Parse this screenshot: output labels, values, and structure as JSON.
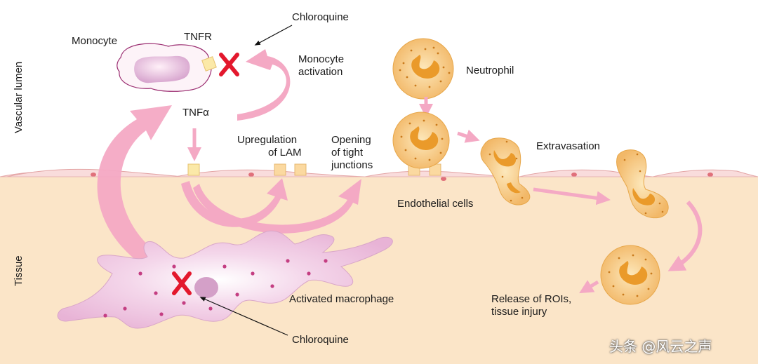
{
  "labels": {
    "vascular_lumen": "Vascular lumen",
    "tissue": "Tissue",
    "monocyte": "Monocyte",
    "tnfr": "TNFR",
    "chloroquine_top": "Chloroquine",
    "monocyte_activation_1": "Monocyte",
    "monocyte_activation_2": "activation",
    "tnf_alpha": "TNFα",
    "upregulation_1": "Upregulation",
    "upregulation_2": "of LAM",
    "opening_1": "Opening",
    "opening_2": "of tight",
    "opening_3": "junctions",
    "neutrophil": "Neutrophil",
    "extravasation": "Extravasation",
    "endothelial_cells": "Endothelial cells",
    "activated_macrophage": "Activated macrophage",
    "chloroquine_bottom": "Chloroquine",
    "release_1": "Release of ROIs,",
    "release_2": "tissue injury",
    "block_mark_top": "X",
    "block_mark_bottom": "X"
  },
  "watermark": "头条 @风云之声",
  "colors": {
    "tissue_bg": "#fbe5c8",
    "arrow_pink": "#f4a9c4",
    "block_red": "#e3182d",
    "neutrophil_fill": "#f7cd86",
    "neutrophil_nucleus": "#ea9a2a",
    "macrophage_fill": "#efc4e0",
    "receptor_yellow": "#fbe9a8"
  }
}
